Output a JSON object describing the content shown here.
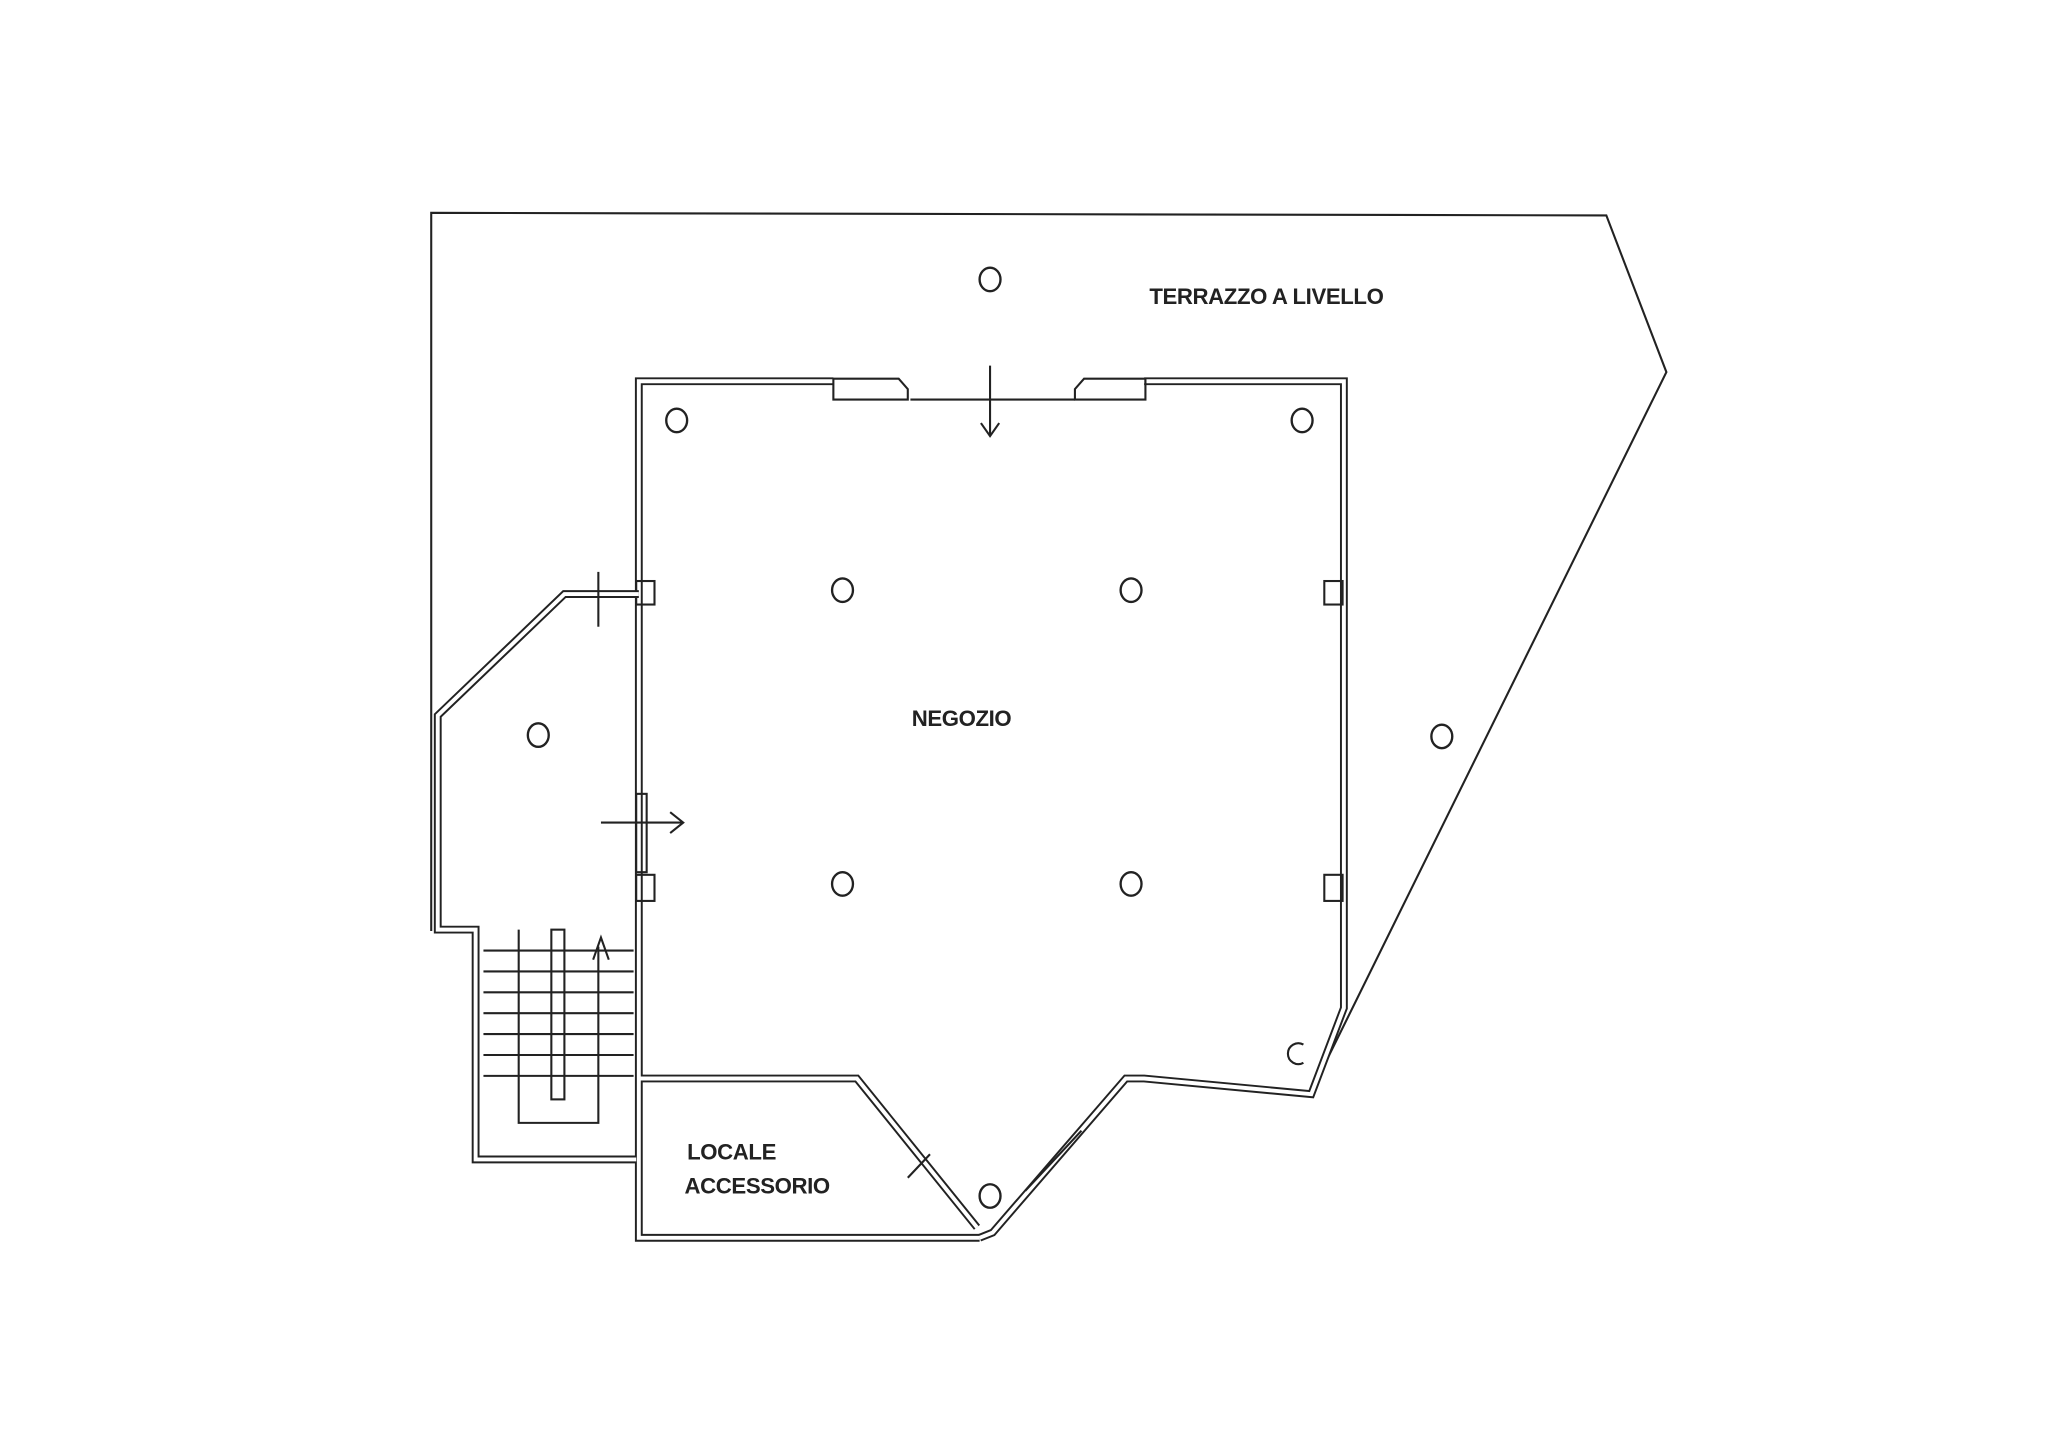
{
  "plan": {
    "rooms": {
      "terrace": "TERRAZZO A LIVELLO",
      "shop": "NEGOZIO",
      "accessory_line1": "LOCALE",
      "accessory_line2": "ACCESSORIO"
    },
    "colors": {
      "line": "#222222",
      "background": "#ffffff"
    }
  }
}
